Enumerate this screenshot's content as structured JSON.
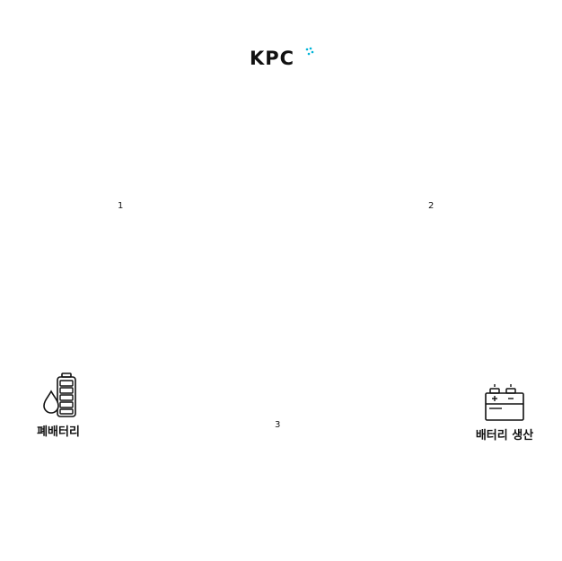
{
  "logo": {
    "text": "KPC",
    "text_color": "#111111",
    "accent_color": "#00b4d8"
  },
  "steps": {
    "one": "1",
    "two": "2",
    "three": "3"
  },
  "nodes": {
    "waste_battery": {
      "label": "폐배터리",
      "icon": "waste-battery-icon"
    },
    "battery_production": {
      "label": "배터리 생산",
      "icon": "car-battery-icon"
    }
  }
}
